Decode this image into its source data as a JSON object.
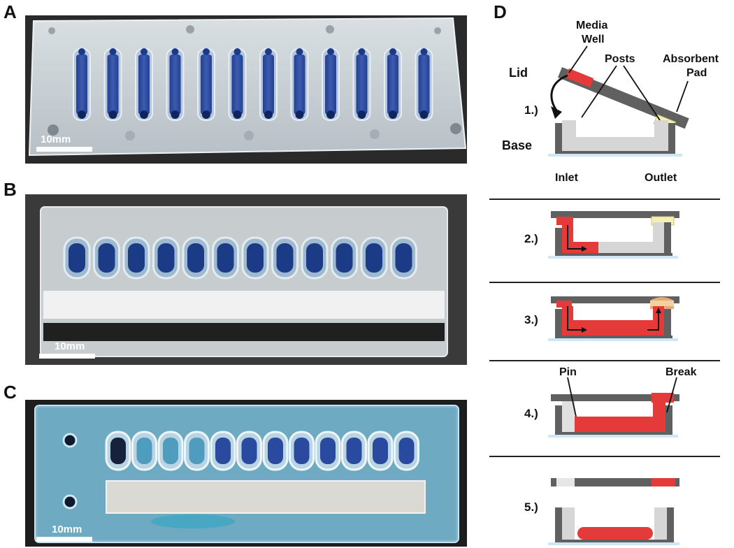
{
  "panels": {
    "A": {
      "letter": "A",
      "scale": "10mm",
      "wells": 12
    },
    "B": {
      "letter": "B",
      "scale": "10mm",
      "wells": 12
    },
    "C": {
      "letter": "C",
      "scale": "10mm",
      "wells": 12
    },
    "D": {
      "letter": "D"
    }
  },
  "diagram": {
    "lid": "Lid",
    "base": "Base",
    "media_well_1": "Media",
    "media_well_2": "Well",
    "posts": "Posts",
    "pad_1": "Absorbent",
    "pad_2": "Pad",
    "inlet": "Inlet",
    "outlet": "Outlet",
    "pin": "Pin",
    "break": "Break",
    "steps": [
      "1.)",
      "2.)",
      "3.)",
      "4.)",
      "5.)"
    ]
  },
  "colors": {
    "lid_gray": "#606060",
    "base_gray": "#606060",
    "channel_gray": "#d6d6d6",
    "media_red": "#e53a3a",
    "pad_yellow": "#f3efb5",
    "glass_blue": "#cfe6f6",
    "well_blue": "#1f3f8c"
  }
}
